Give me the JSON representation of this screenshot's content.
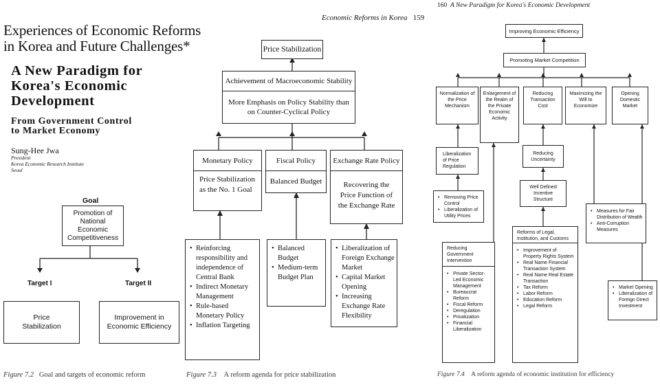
{
  "left": {
    "title_line1": "Experiences of Economic Reforms",
    "title_line2": "in Korea and Future Challenges*",
    "subtitle_line1": "A New Paradigm for",
    "subtitle_line2": "Korea's Economic",
    "subtitle_line3": "Development",
    "sub2_line1": "From Government Control",
    "sub2_line2": "to Market Economy",
    "author": "Sung-Hee Jwa",
    "role": "President",
    "institution": "Korea Economic Research Institute",
    "city": "Seoul",
    "fig72": {
      "goal_label": "Goal",
      "goal_box": "Promotion of National Economic Competitiveness",
      "target1": "Target I",
      "target2": "Target II",
      "box1": "Price Stabilization",
      "box2": "Improvement in Economic Efficiency",
      "caption_num": "Figure 7.2",
      "caption_text": "Goal and targets of economic reform"
    }
  },
  "middle": {
    "header": "Economic Reforms in Korea",
    "page_num": "159",
    "fig73": {
      "top": "Price Stabilization",
      "achieve": "Achievement of Macroeconomic Stability",
      "emphasis": "More Emphasis on Policy Stability than on Counter-Cyclical Policy",
      "policies": [
        {
          "title": "Monetary Policy",
          "goal": "Price Stabilization as the No. 1 Goal",
          "items": [
            "Reinforcing responsibility and independence of Central Bank",
            "Indirect Monetary Management",
            "Rule-based Monetary Policy",
            "Inflation Targeting"
          ]
        },
        {
          "title": "Fiscal Policy",
          "goal": "Balanced Budget",
          "items": [
            "Balanced Budget",
            "Medium-term Budget Plan"
          ]
        },
        {
          "title": "Exchange Rate Policy",
          "goal": "Recovering the Price Function of the Exchange Rate",
          "items": [
            "Liberalization of Foreign Exchange Market",
            "Capital Market Opening",
            "Increasing Exchange Rate Flexibility"
          ]
        }
      ],
      "caption_num": "Figure 7.3",
      "caption_text": "A reform agenda for price stabilization"
    }
  },
  "right": {
    "page_num": "160",
    "header": "A New Paradigm for Korea's Economic Development",
    "fig74": {
      "top": "Improving Economic Efficiency",
      "second": "Promoting Market Competition",
      "cols": [
        "Normalization of the Price Mechanism",
        "Enlargement of the Realm of the Private Economic Activity",
        "Reducing Transaction Cost",
        "Maximizing the Will to Economize",
        "Opening Domestic Market"
      ],
      "liberalization": "Liberalization of Price Regulation",
      "removing": [
        "Removing Price Control",
        "Liberalization of Utility Prices"
      ],
      "reducing_gov_head": "Reducing Government Intervention",
      "reducing_gov_items": [
        "Private Sector-Led Economic Management",
        "Bureaucrat Reform",
        "Fiscal Reform",
        "Deregulation",
        "Privatization",
        "Financial Liberalization"
      ],
      "reducing_uncertainty": "Reducing Uncertainty",
      "well_defined": "Well Defined Incentive Structure",
      "reforms_head": "Reforms of Legal, Institution, and Customs",
      "reforms_items": [
        "Improvement of Property Rights System",
        "Real Name Financial Transaction System",
        "Real Name Real Estate Transaction",
        "Tax Reform",
        "Labor Reform",
        "Education Reform",
        "Legal Reform"
      ],
      "measures": [
        "Measures for Fair Distribution of Wealth",
        "Anti-Corruption Measures"
      ],
      "market": [
        "Market Opening",
        "Liberalization of Foreign Direct Investment"
      ],
      "caption_num": "Figure 7.4",
      "caption_text": "A reform agenda of economic institution for efficiency"
    }
  }
}
